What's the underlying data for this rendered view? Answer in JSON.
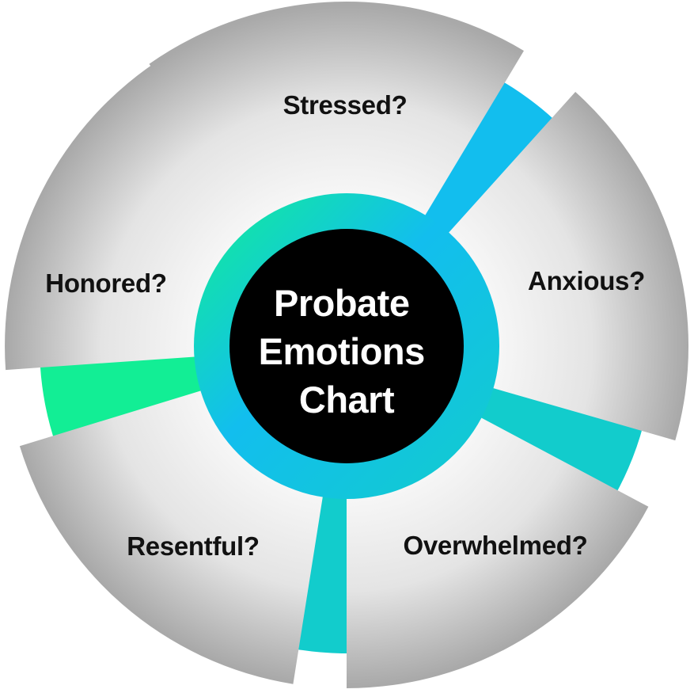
{
  "center": {
    "title_lines": [
      "Probate",
      "Emotions",
      "Chart"
    ]
  },
  "segments": [
    {
      "label": "Stressed?"
    },
    {
      "label": "Anxious?"
    },
    {
      "label": "Overwhelmed?"
    },
    {
      "label": "Resentful?"
    },
    {
      "label": "Honored?"
    }
  ],
  "colors": {
    "green": "#12EE95",
    "blue": "#12BEEE",
    "teal": "#12CCCC",
    "center_fill": "#000000",
    "segment_light": "#f6f6f6",
    "segment_dark": "#a9a9a9"
  }
}
